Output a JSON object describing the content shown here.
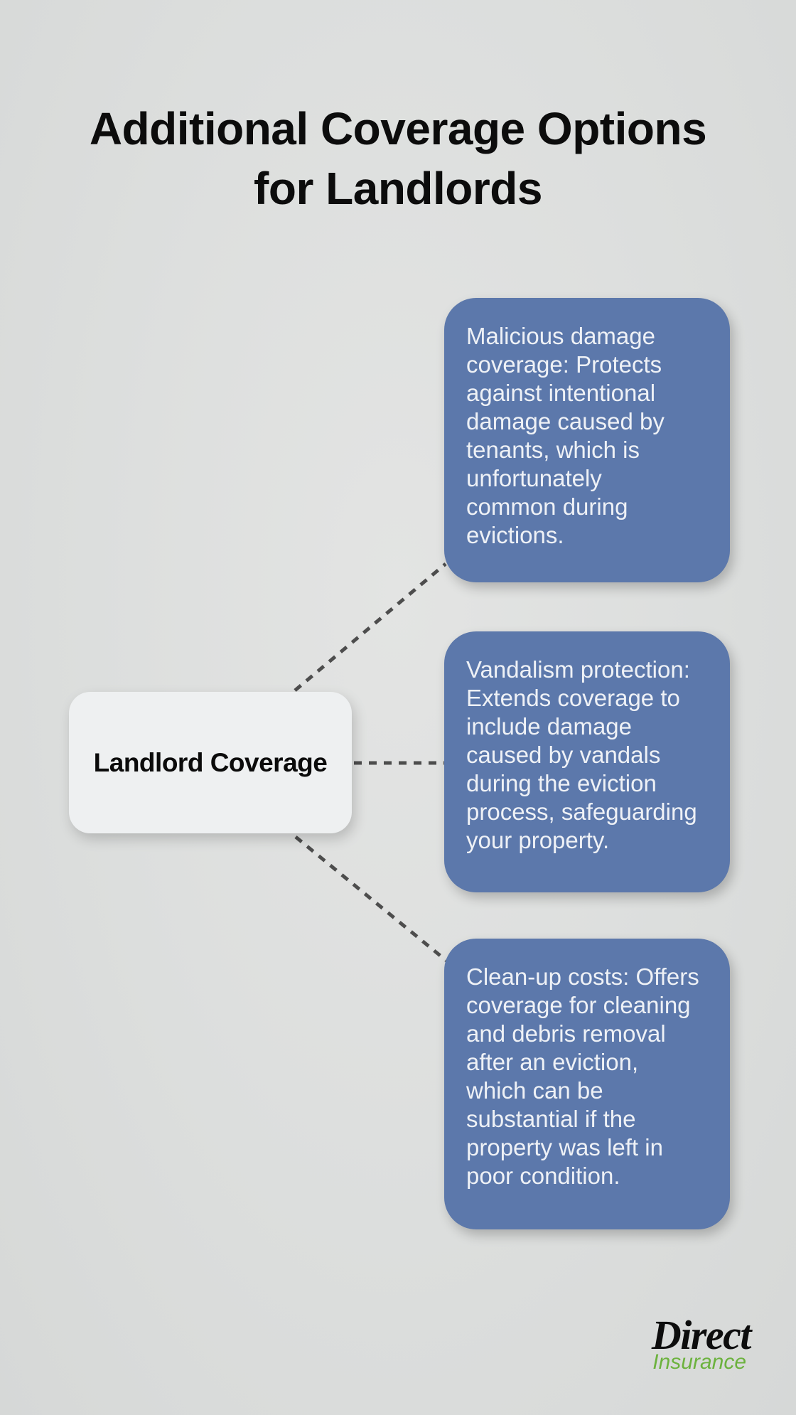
{
  "title": {
    "line1": "Additional Coverage Options",
    "line2": "for Landlords"
  },
  "diagram": {
    "root_label": "Landlord Coverage",
    "branches": [
      {
        "text": "Malicious damage coverage: Protects against intentional damage caused by tenants, which is unfortunately common during evictions."
      },
      {
        "text": "Vandalism protection: Extends coverage to include damage caused by vandals during the eviction process, safeguarding your property."
      },
      {
        "text": "Clean-up costs: Offers coverage for cleaning and debris removal after an eviction, which can be substantial if the property was left in poor condition."
      }
    ]
  },
  "logo": {
    "name": "Direct",
    "subname": "Insurance"
  },
  "colors": {
    "background": "#dcdedd",
    "branch_bg": "#5c78ab",
    "branch_text": "#eef1f6",
    "root_bg": "#eef0f1",
    "root_text": "#0b0b0b",
    "connector": "#4d4d4d",
    "title_text": "#0c0c0c",
    "logo_black": "#0d0d0d",
    "logo_green": "#6cb23e"
  }
}
